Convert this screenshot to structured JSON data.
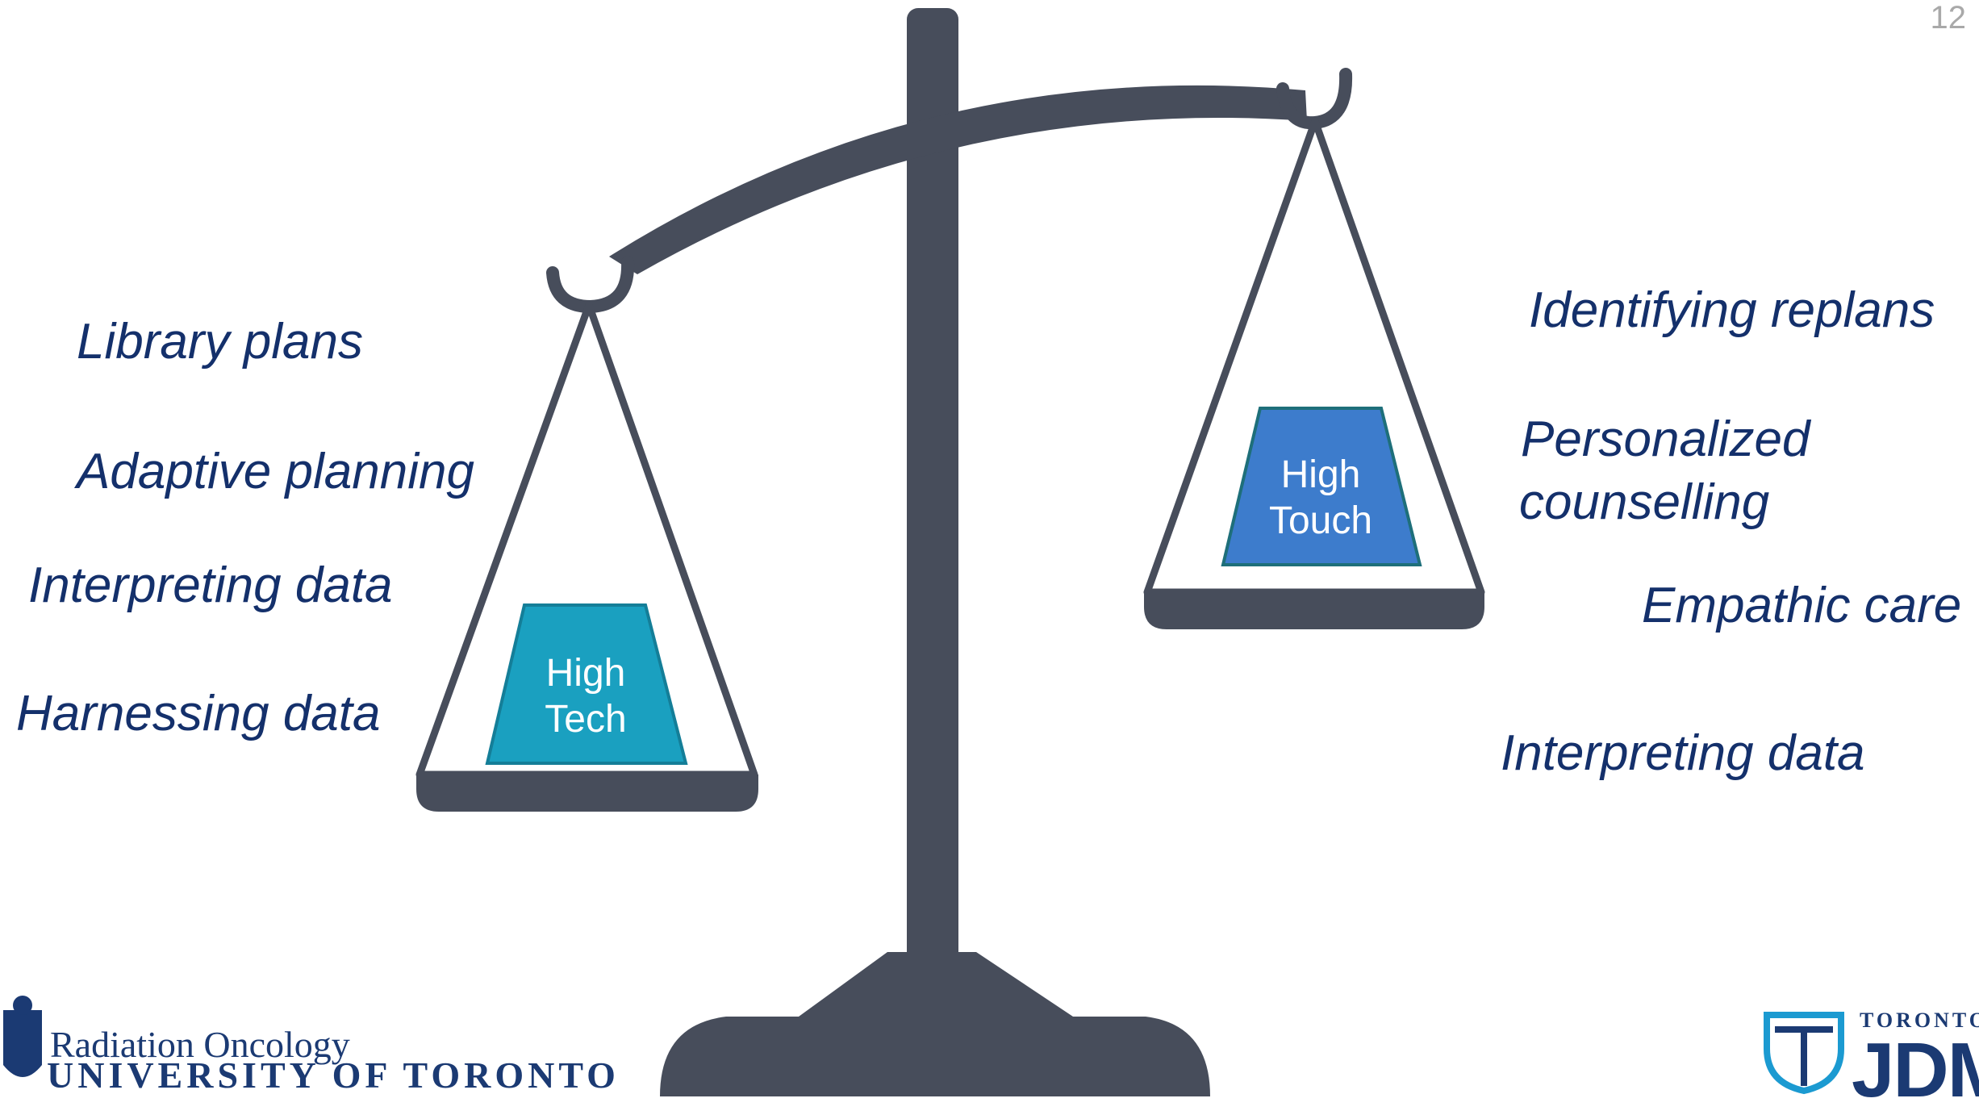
{
  "slide": {
    "page_number": "12"
  },
  "scale": {
    "left_pan": {
      "weight_label_line1": "High",
      "weight_label_line2": "Tech",
      "weight_color": "#1aa0c0",
      "terms": [
        "Library plans",
        "Adaptive planning",
        "Interpreting data",
        "Harnessing data"
      ]
    },
    "right_pan": {
      "weight_label_line1": "High",
      "weight_label_line2": "Touch",
      "weight_color": "#3d7ccc",
      "terms": [
        "Identifying replans",
        "Personalized",
        "counselling",
        "Empathic care",
        "Interpreting data"
      ]
    },
    "beam_color": "#474d5b",
    "text_color": "#14306b"
  },
  "logos": {
    "left": {
      "line1": "Radiation Oncology",
      "line2": "UNIVERSITY OF TORONTO",
      "icon": "crest-icon"
    },
    "right": {
      "top": "TORONTO",
      "main": "JDMI",
      "icon": "shield-icon"
    }
  }
}
